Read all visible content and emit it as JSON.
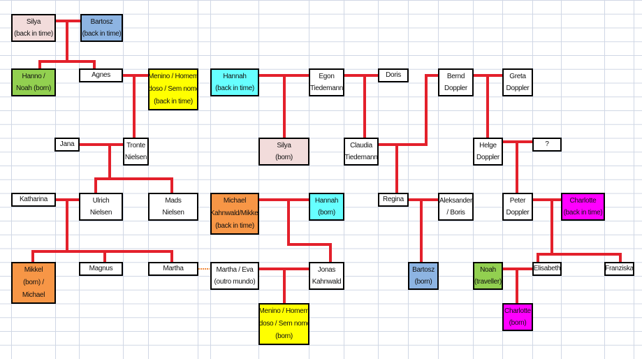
{
  "colors": {
    "line": "#e3202b",
    "grid": "#d0d7e5",
    "marriage_dotted": "#f0883a",
    "pink": "#f2dcdb",
    "blue": "#8db4e2",
    "green": "#92d050",
    "yellow": "#ffff00",
    "cyan": "#66ffff",
    "orange": "#f79646",
    "magenta": "#ff00ff",
    "white": "#ffffff"
  },
  "persons": [
    {
      "id": "silya-back",
      "lines": [
        "Silya",
        "(back in time)"
      ],
      "color": "pink"
    },
    {
      "id": "bartosz-back",
      "lines": [
        "Bartosz",
        "(back in time)"
      ],
      "color": "blue"
    },
    {
      "id": "hanno-noah",
      "lines": [
        "Hanno /",
        "Noah (born)"
      ],
      "color": "green"
    },
    {
      "id": "agnes",
      "lines": [
        "Agnes"
      ],
      "color": "white"
    },
    {
      "id": "menino-back",
      "lines": [
        "Menino / Homem",
        "Idoso / Sem nome",
        "(back in time)"
      ],
      "color": "yellow"
    },
    {
      "id": "hannah-back",
      "lines": [
        "Hannah",
        "(back in time)"
      ],
      "color": "cyan"
    },
    {
      "id": "egon",
      "lines": [
        "Egon",
        "Tiedemann"
      ],
      "color": "white"
    },
    {
      "id": "doris",
      "lines": [
        "Doris"
      ],
      "color": "white"
    },
    {
      "id": "bernd",
      "lines": [
        "Bernd",
        "Doppler"
      ],
      "color": "white"
    },
    {
      "id": "greta",
      "lines": [
        "Greta",
        "Doppler"
      ],
      "color": "white"
    },
    {
      "id": "jana",
      "lines": [
        "Jana"
      ],
      "color": "white"
    },
    {
      "id": "tronte",
      "lines": [
        "Tronte",
        "Nielsen"
      ],
      "color": "white"
    },
    {
      "id": "silya-born",
      "lines": [
        "Silya",
        "(born)"
      ],
      "color": "pink"
    },
    {
      "id": "claudia",
      "lines": [
        "Claudia",
        "Tiedemann"
      ],
      "color": "white"
    },
    {
      "id": "helge",
      "lines": [
        "Helge",
        "Doppler"
      ],
      "color": "white"
    },
    {
      "id": "unknown",
      "lines": [
        "?"
      ],
      "color": "white"
    },
    {
      "id": "katharina",
      "lines": [
        "Katharina"
      ],
      "color": "white"
    },
    {
      "id": "ulrich",
      "lines": [
        "Ulrich",
        "Nielsen"
      ],
      "color": "white"
    },
    {
      "id": "mads",
      "lines": [
        "Mads",
        "Nielsen"
      ],
      "color": "white"
    },
    {
      "id": "michael-back",
      "lines": [
        "Michael",
        "Kahnwald/Mikkel",
        "(back in time)"
      ],
      "color": "orange"
    },
    {
      "id": "hannah-born",
      "lines": [
        "Hannah",
        "(born)"
      ],
      "color": "cyan"
    },
    {
      "id": "regina",
      "lines": [
        "Regina"
      ],
      "color": "white"
    },
    {
      "id": "aleksander",
      "lines": [
        "Aleksander",
        "/ Boris"
      ],
      "color": "white"
    },
    {
      "id": "peter",
      "lines": [
        "Peter",
        "Doppler"
      ],
      "color": "white"
    },
    {
      "id": "charlotte-back",
      "lines": [
        "Charlotte",
        "(back in time)"
      ],
      "color": "magenta"
    },
    {
      "id": "mikkel-born",
      "lines": [
        "Mikkel",
        "(born) /",
        "Michael"
      ],
      "color": "orange"
    },
    {
      "id": "magnus",
      "lines": [
        "Magnus"
      ],
      "color": "white"
    },
    {
      "id": "martha",
      "lines": [
        "Martha"
      ],
      "color": "white"
    },
    {
      "id": "martha-eva",
      "lines": [
        "Martha / Eva",
        "(outro mundo)"
      ],
      "color": "white"
    },
    {
      "id": "jonas",
      "lines": [
        "Jonas",
        "Kahnwald"
      ],
      "color": "white"
    },
    {
      "id": "bartosz-born",
      "lines": [
        "Bartosz",
        "(born)"
      ],
      "color": "blue"
    },
    {
      "id": "noah-traveller",
      "lines": [
        "Noah",
        "(traveller)"
      ],
      "color": "green"
    },
    {
      "id": "elisabeth",
      "lines": [
        "Elisabeth"
      ],
      "color": "white"
    },
    {
      "id": "franziska",
      "lines": [
        "Franziska"
      ],
      "color": "white"
    },
    {
      "id": "menino-born",
      "lines": [
        "Menino / Homem",
        "Idoso / Sem nome",
        "(born)"
      ],
      "color": "yellow"
    },
    {
      "id": "charlotte-born",
      "lines": [
        "Charlotte",
        "(born)"
      ],
      "color": "magenta"
    }
  ]
}
